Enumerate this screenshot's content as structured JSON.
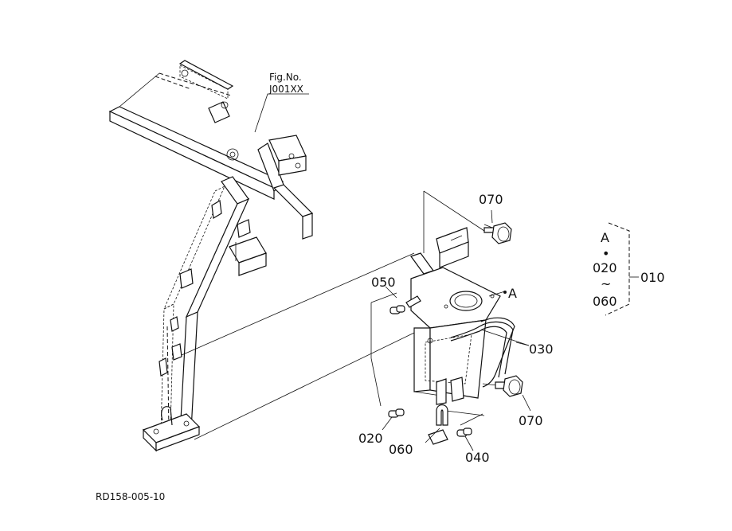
{
  "figure_ref": {
    "line1": "Fig.No.",
    "line2": "J001XX"
  },
  "parts": {
    "p010": "010",
    "p020": "020",
    "p030": "030",
    "p040": "040",
    "p050": "050",
    "p060": "060",
    "p070_top": "070",
    "p070_bottom": "070"
  },
  "callout_a": "A",
  "assembly_group": {
    "marker": "A",
    "bullet": "•",
    "from": "020",
    "tilde": "~",
    "to": "060",
    "parent": "010"
  },
  "drawing_code": "RD158-005-10"
}
